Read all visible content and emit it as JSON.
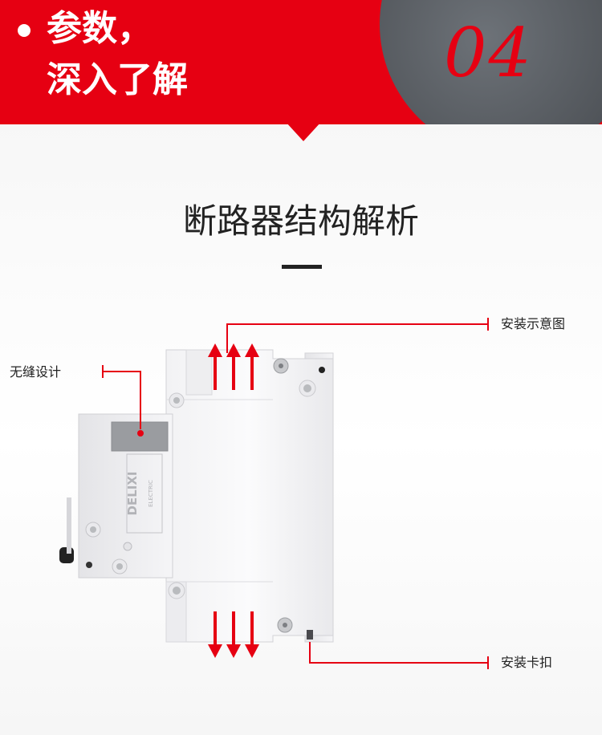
{
  "banner": {
    "heading_line1": "参数，",
    "heading_line2": "深入了解",
    "number": "04",
    "colors": {
      "accent": "#e60012",
      "circle": "#5a5e63"
    }
  },
  "section": {
    "title": "断路器结构解析"
  },
  "product": {
    "brand": "DELIXI",
    "brand_sub": "ELECTRIC"
  },
  "callouts": {
    "installation_diagram": "安装示意图",
    "seamless_design": "无缝设计",
    "mounting_clip": "安装卡扣"
  }
}
